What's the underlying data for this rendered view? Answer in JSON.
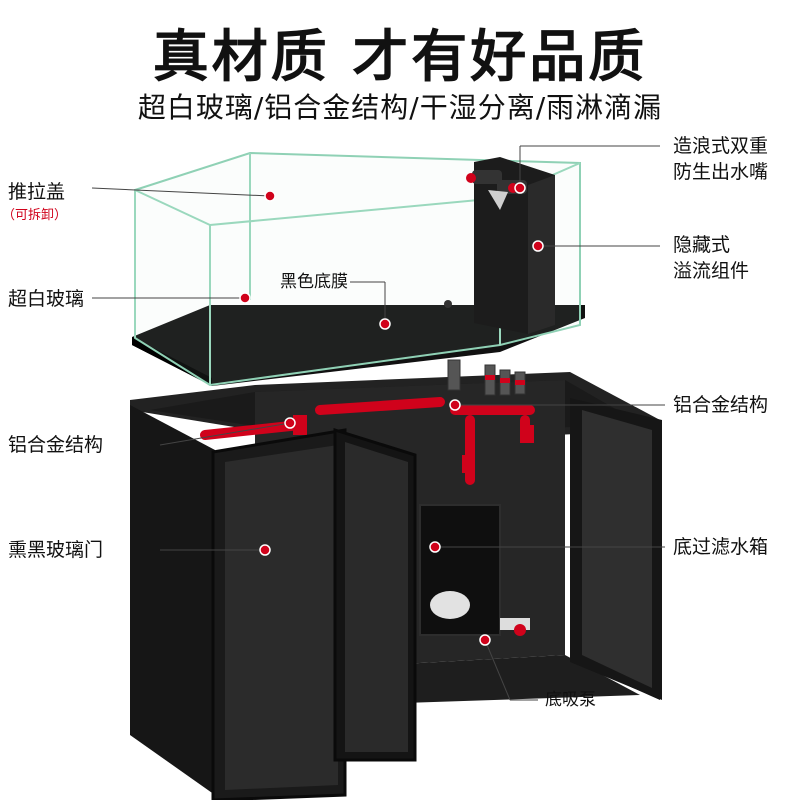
{
  "header": {
    "title": "真材质 才有好品质",
    "subtitle": "超白玻璃/铝合金结构/干湿分离/雨淋滴漏"
  },
  "labels": {
    "push_lid": "推拉盖",
    "push_lid_note": "（可拆卸）",
    "ultra_clear_glass": "超白玻璃",
    "black_bottom_film": "黑色底膜",
    "wave_outlet_line1": "造浪式双重",
    "wave_outlet_line2": "防生出水嘴",
    "hidden_overflow_line1": "隐藏式",
    "hidden_overflow_line2": "溢流组件",
    "aluminum_left": "铝合金结构",
    "aluminum_right": "铝合金结构",
    "smoked_glass_door": "熏黑玻璃门",
    "sump_tank": "底过滤水箱",
    "bottom_pump": "底吸泵"
  },
  "colors": {
    "accent": "#d0021b",
    "cabinet": "#1b1b1b",
    "glass_edge": "#7fc8a9"
  },
  "icons": {
    "marker": "red-dot-marker"
  }
}
